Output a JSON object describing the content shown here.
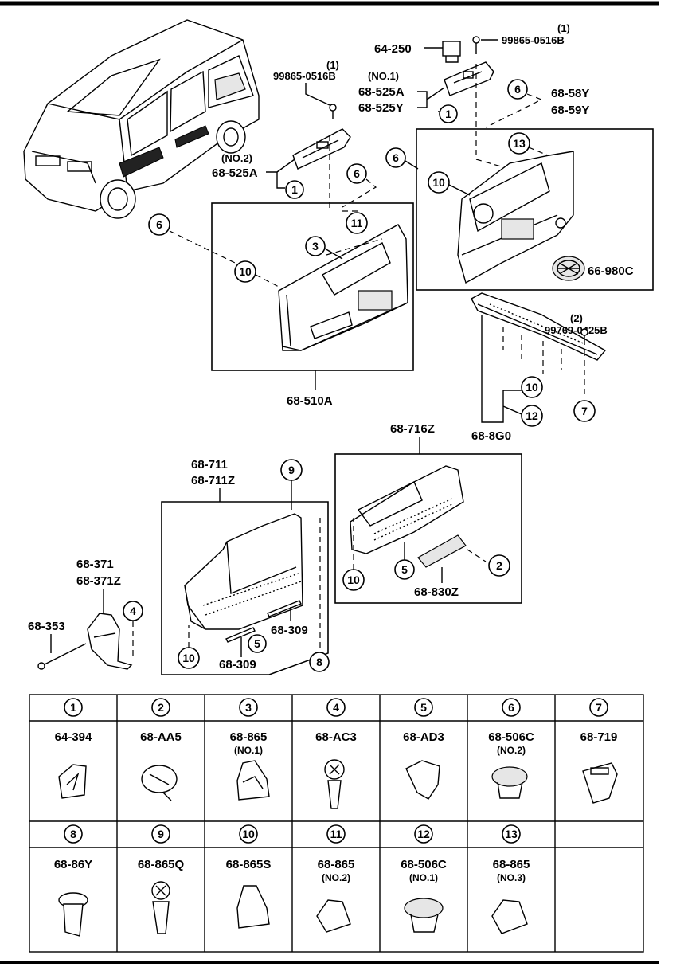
{
  "callouts": {
    "c64_250": "64-250",
    "c99865_top_qty": "(1)",
    "c99865_top": "99865-0516B",
    "c99865_left_qty": "(1)",
    "c99865_left": "99865-0516B",
    "no1": "(NO.1)",
    "c68_525A_a": "68-525A",
    "c68_525Y": "68-525Y",
    "no2": "(NO.2)",
    "c68_525A_b": "68-525A",
    "c68_58Y": "68-58Y",
    "c68_59Y": "68-59Y",
    "c66_980C": "66-980C",
    "c99769_qty": "(2)",
    "c99769": "99769-0425B",
    "c68_8G0": "68-8G0",
    "c68_510A": "68-510A",
    "c68_716Z": "68-716Z",
    "c68_830Z": "68-830Z",
    "c68_711": "68-711",
    "c68_711Z": "68-711Z",
    "c68_309_a": "68-309",
    "c68_309_b": "68-309",
    "c68_371": "68-371",
    "c68_371Z": "68-371Z",
    "c68_353": "68-353"
  },
  "markers": {
    "n1a": "1",
    "n1b": "1",
    "n6a": "6",
    "n6b": "6",
    "n6c": "6",
    "n6d": "6",
    "n11": "11",
    "n3": "3",
    "n10a": "10",
    "n10b": "10",
    "n10c": "10",
    "n10d": "10",
    "n10e": "10",
    "n13": "13",
    "n12": "12",
    "n7": "7",
    "n9": "9",
    "n2": "2",
    "n5a": "5",
    "n5b": "5",
    "n4": "4",
    "n8": "8"
  },
  "legend": [
    {
      "num": "1",
      "code": "64-394",
      "sub": ""
    },
    {
      "num": "2",
      "code": "68-AA5",
      "sub": ""
    },
    {
      "num": "3",
      "code": "68-865",
      "sub": "(NO.1)"
    },
    {
      "num": "4",
      "code": "68-AC3",
      "sub": ""
    },
    {
      "num": "5",
      "code": "68-AD3",
      "sub": ""
    },
    {
      "num": "6",
      "code": "68-506C",
      "sub": "(NO.2)"
    },
    {
      "num": "7",
      "code": "68-719",
      "sub": ""
    },
    {
      "num": "8",
      "code": "68-86Y",
      "sub": ""
    },
    {
      "num": "9",
      "code": "68-865Q",
      "sub": ""
    },
    {
      "num": "10",
      "code": "68-865S",
      "sub": ""
    },
    {
      "num": "11",
      "code": "68-865",
      "sub": "(NO.2)"
    },
    {
      "num": "12",
      "code": "68-506C",
      "sub": "(NO.1)"
    },
    {
      "num": "13",
      "code": "68-865",
      "sub": "(NO.3)"
    }
  ]
}
